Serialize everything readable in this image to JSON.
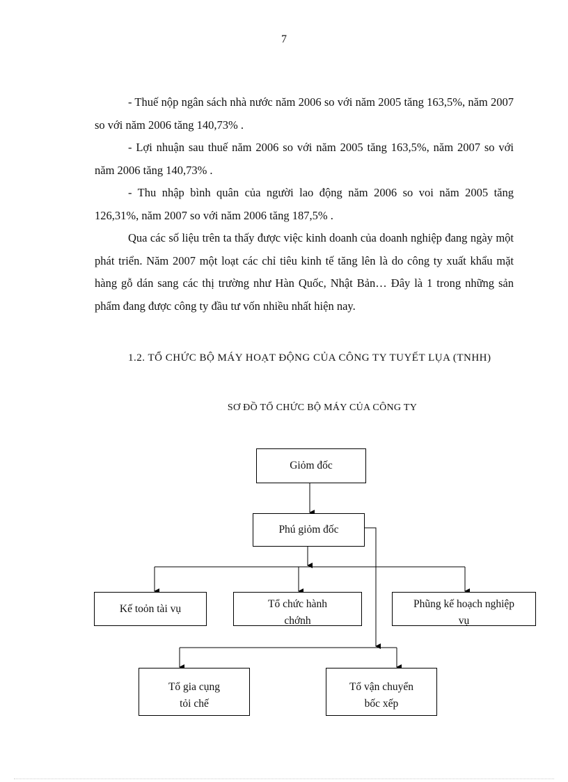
{
  "page_number": "7",
  "paragraphs": [
    "- Thuế nộp ngân sách nhà nước năm 2006 so với năm 2005 tăng 163,5%, năm 2007 so với năm 2006 tăng 140,73% .",
    "- Lợi nhuận sau thuế năm 2006 so với năm 2005 tăng 163,5%, năm 2007 so với năm 2006 tăng 140,73% .",
    "- Thu nhập bình quân của người lao động năm 2006 so voi năm 2005 tăng 126,31%, năm 2007 so với năm 2006 tăng 187,5% .",
    "Qua các số liệu trên ta thấy được việc kinh doanh của doanh nghiệp đang ngày một phát triển. Năm 2007 một loạt các chỉ tiêu kinh tế tăng lên là do công ty xuất khẩu mặt hàng gỗ dán sang các thị trường như Hàn Quốc, Nhật Bản… Đây là 1 trong những sản phẩm đang được công ty đầu tư vốn nhiều nhất hiện nay."
  ],
  "section_heading": "1.2. TỔ CHỨC BỘ MÁY HOẠT ĐỘNG CỦA CÔNG TY TUYẾT LỤA (TNHH)",
  "diagram_title": "SƠ ĐỒ TỔ CHỨC BỘ MÁY CỦA CÔNG TY",
  "org_chart": {
    "director": "Giỏm đốc",
    "deputy_director": "Phú giỏm đốc",
    "accounting": "Kế toỏn tài vụ",
    "admin": [
      "Tổ chức hành",
      "chớnh"
    ],
    "planning": [
      "Phũng kế hoạch nghiệp",
      "vụ"
    ],
    "processing": [
      "Tổ gia cụng",
      "tỏi chế"
    ],
    "transport": [
      "Tổ vận chuyển",
      "bốc xếp"
    ]
  }
}
